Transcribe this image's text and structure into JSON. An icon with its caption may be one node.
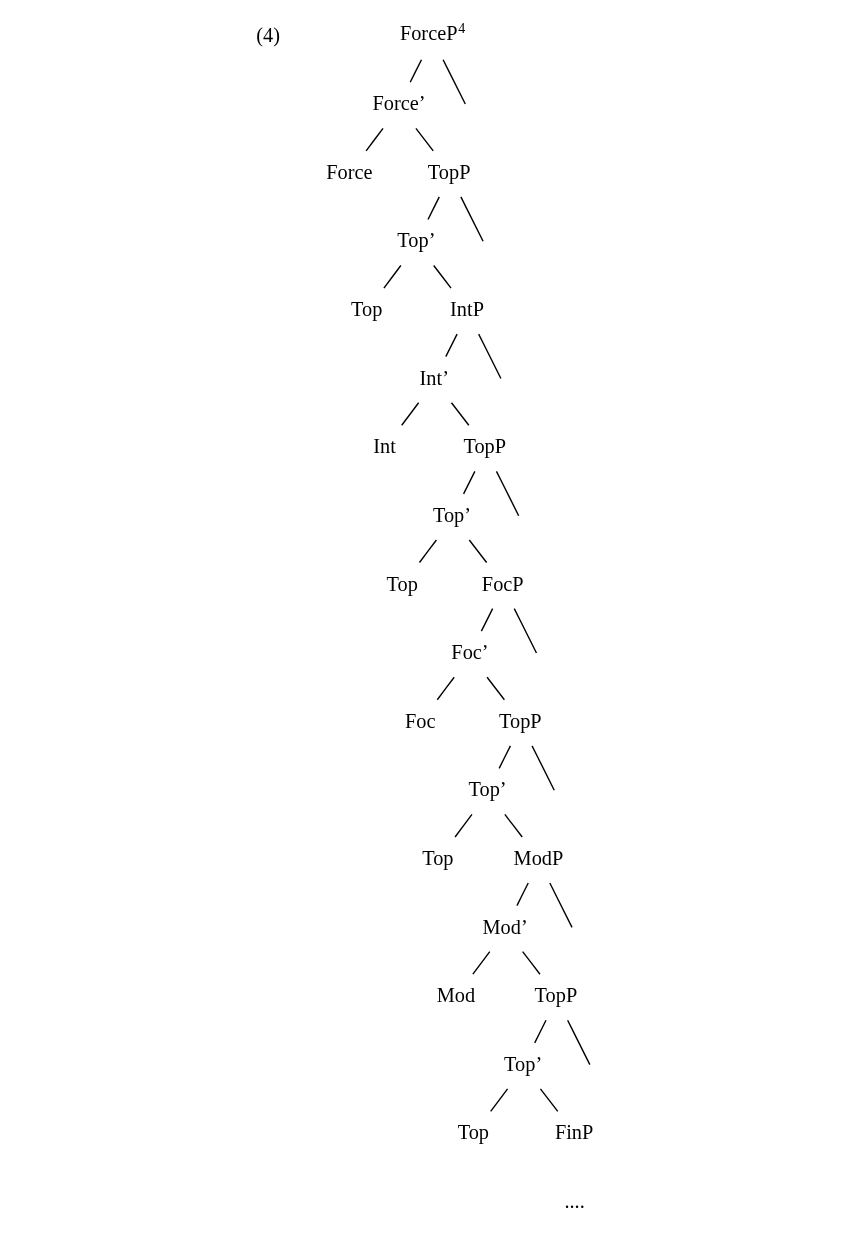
{
  "diagram": {
    "nodes": [
      {
        "text": [
          "ForceP$^{4}$"
        ]
      },
      {
        "text": [
          "Force’"
        ]
      },
      {
        "text": [
          "Force"
        ]
      },
      {
        "text": [
          "TopP"
        ]
      },
      {
        "text": [
          "Top’"
        ]
      },
      {
        "text": [
          "Top"
        ]
      },
      {
        "text": [
          "IntP"
        ]
      },
      {
        "text": [
          "Int’"
        ]
      },
      {
        "text": [
          "Int"
        ]
      },
      {
        "text": [
          "TopP"
        ]
      },
      {
        "text": [
          "Top’"
        ]
      },
      {
        "text": [
          "Top"
        ]
      },
      {
        "text": [
          "FocP"
        ]
      },
      {
        "text": [
          "Foc’"
        ]
      },
      {
        "text": [
          "Foc"
        ]
      },
      {
        "text": [
          "TopP"
        ]
      },
      {
        "text": [
          "Top’"
        ]
      },
      {
        "text": [
          "Top"
        ]
      },
      {
        "text": [
          "ModP"
        ]
      },
      {
        "text": [
          "Mod’"
        ]
      },
      {
        "text": [
          "Mod"
        ]
      },
      {
        "text": [
          "TopP"
        ]
      },
      {
        "text": [
          "Top’"
        ]
      },
      {
        "text": [
          "Top"
        ]
      },
      {
        "text": [
          "FinP"
        ]
      }
    ],
    "edges": [
      {
        "from": 0,
        "to": null,
        "arrow": "none"
      },
      {
        "from": 0,
        "to": 1,
        "arrow": "none"
      },
      {
        "from": 1,
        "to": 2,
        "arrow": "none"
      },
      {
        "from": 1,
        "to": 3,
        "arrow": "none"
      },
      {
        "from": 3,
        "to": null,
        "arrow": "none"
      },
      {
        "from": 3,
        "to": 4,
        "arrow": "none"
      },
      {
        "from": 4,
        "to": 5,
        "arrow": "none"
      },
      {
        "from": 4,
        "to": 6,
        "arrow": "none"
      },
      {
        "from": 6,
        "to": null,
        "arrow": "none"
      },
      {
        "from": 6,
        "to": 7,
        "arrow": "none"
      },
      {
        "from": 7,
        "to": 8,
        "arrow": "none"
      },
      {
        "from": 7,
        "to": 9,
        "arrow": "none"
      },
      {
        "from": 9,
        "to": null,
        "arrow": "none"
      },
      {
        "from": 9,
        "to": 10,
        "arrow": "none"
      },
      {
        "from": 10,
        "to": 11,
        "arrow": "none"
      },
      {
        "from": 10,
        "to": 12,
        "arrow": "none"
      },
      {
        "from": 12,
        "to": null,
        "arrow": "none"
      },
      {
        "from": 12,
        "to": 13,
        "arrow": "none"
      },
      {
        "from": 13,
        "to": 14,
        "arrow": "none"
      },
      {
        "from": 13,
        "to": 15,
        "arrow": "none"
      },
      {
        "from": 15,
        "to": null,
        "arrow": "none"
      },
      {
        "from": 15,
        "to": 16,
        "arrow": "none"
      },
      {
        "from": 16,
        "to": 17,
        "arrow": "none"
      },
      {
        "from": 16,
        "to": 18,
        "arrow": "none"
      },
      {
        "from": 18,
        "to": null,
        "arrow": "none"
      },
      {
        "from": 18,
        "to": 19,
        "arrow": "none"
      },
      {
        "from": 19,
        "to": 20,
        "arrow": "none"
      },
      {
        "from": 19,
        "to": 21,
        "arrow": "none"
      },
      {
        "from": 21,
        "to": null,
        "arrow": "none"
      },
      {
        "from": 21,
        "to": 22,
        "arrow": "none"
      },
      {
        "from": 22,
        "to": 23,
        "arrow": "none"
      },
      {
        "from": 22,
        "to": 24,
        "arrow": "none"
      }
    ],
    "labels": [
      "(4)",
      "...."
    ]
  }
}
